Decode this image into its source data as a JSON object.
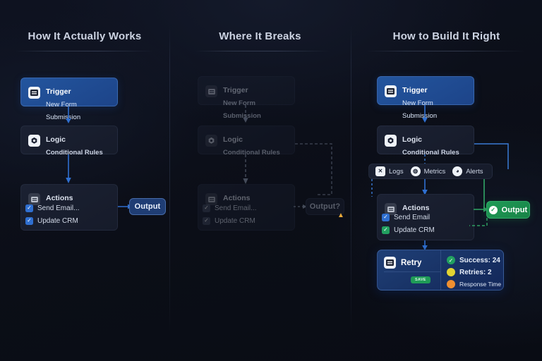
{
  "theme": {
    "background": "#0c0f18",
    "accent_blue": "#2f6fd0",
    "accent_green": "#1f9b57",
    "accent_amber": "#e8a93a",
    "card_dark": "#1b2132",
    "card_blue": "#23559e",
    "card_navy": "#1d3a6e",
    "text_primary": "#dde3ef",
    "text_muted": "#ccd4e4"
  },
  "panels": [
    {
      "id": "actual",
      "title": "How It Actually Works",
      "state": "active",
      "nodes": [
        {
          "name": "trigger",
          "icon": "form-icon",
          "title": "Trigger",
          "subtitle": "New Form Submission",
          "style": "blue"
        },
        {
          "name": "logic",
          "icon": "gear-icon",
          "title": "Logic",
          "subtitle": "Conditional Rules",
          "style": "dark"
        },
        {
          "name": "actions",
          "icon": "list-icon",
          "title": "Actions",
          "subtitle": "",
          "style": "dark"
        }
      ],
      "checks": [
        {
          "label": "Send Email...",
          "checkbox": "checked-blue"
        },
        {
          "label": "Update CRM",
          "checkbox": "checked-blue"
        }
      ],
      "output": {
        "label": "Output",
        "style": "blue",
        "warning": false
      }
    },
    {
      "id": "breaks",
      "title": "Where It Breaks",
      "state": "dimmed",
      "nodes": [
        {
          "name": "trigger",
          "icon": "form-icon",
          "title": "Trigger",
          "subtitle": "New Form Submission",
          "style": "dark"
        },
        {
          "name": "logic",
          "icon": "gear-icon",
          "title": "Logic",
          "subtitle": "Conditional Rules",
          "style": "dark"
        },
        {
          "name": "actions",
          "icon": "list-icon",
          "title": "Actions",
          "subtitle": "",
          "style": "dark"
        }
      ],
      "checks": [
        {
          "label": "Send Email...",
          "checkbox": "checked-grey"
        },
        {
          "label": "Update CRM",
          "checkbox": "checked-grey"
        }
      ],
      "output": {
        "label": "Output?",
        "style": "dim",
        "warning": true,
        "warning_icon": "warning-triangle-icon"
      }
    },
    {
      "id": "right",
      "title": "How to Build It Right",
      "state": "active",
      "nodes": [
        {
          "name": "trigger",
          "icon": "form-icon",
          "title": "Trigger",
          "subtitle": "New Form Submission",
          "style": "blue"
        },
        {
          "name": "logic",
          "icon": "gear-icon",
          "title": "Logic",
          "subtitle": "Conditional Rules",
          "style": "dark"
        },
        {
          "name": "actions",
          "icon": "list-icon",
          "title": "Actions",
          "subtitle": "",
          "style": "dark"
        }
      ],
      "monitoring_chips": [
        {
          "label": "Logs",
          "icon": "logs-icon"
        },
        {
          "label": "Metrics",
          "icon": "metrics-icon"
        },
        {
          "label": "Alerts",
          "icon": "bell-icon"
        }
      ],
      "checks": [
        {
          "label": "Send Email",
          "checkbox": "checked-blue"
        },
        {
          "label": "Update CRM",
          "checkbox": "checked-green"
        }
      ],
      "output": {
        "label": "Output",
        "style": "green",
        "icon": "check-circle-icon",
        "warning": false
      },
      "retry": {
        "icon": "retry-icon",
        "title": "Retry",
        "tag": "SAVE",
        "stats": [
          {
            "label": "Success: 24",
            "dot": "green",
            "icon": "check-icon"
          },
          {
            "label": "Retries: 2",
            "dot": "yellow",
            "icon": ""
          },
          {
            "label": "Response Time",
            "dot": "orange",
            "icon": ""
          }
        ]
      }
    }
  ]
}
